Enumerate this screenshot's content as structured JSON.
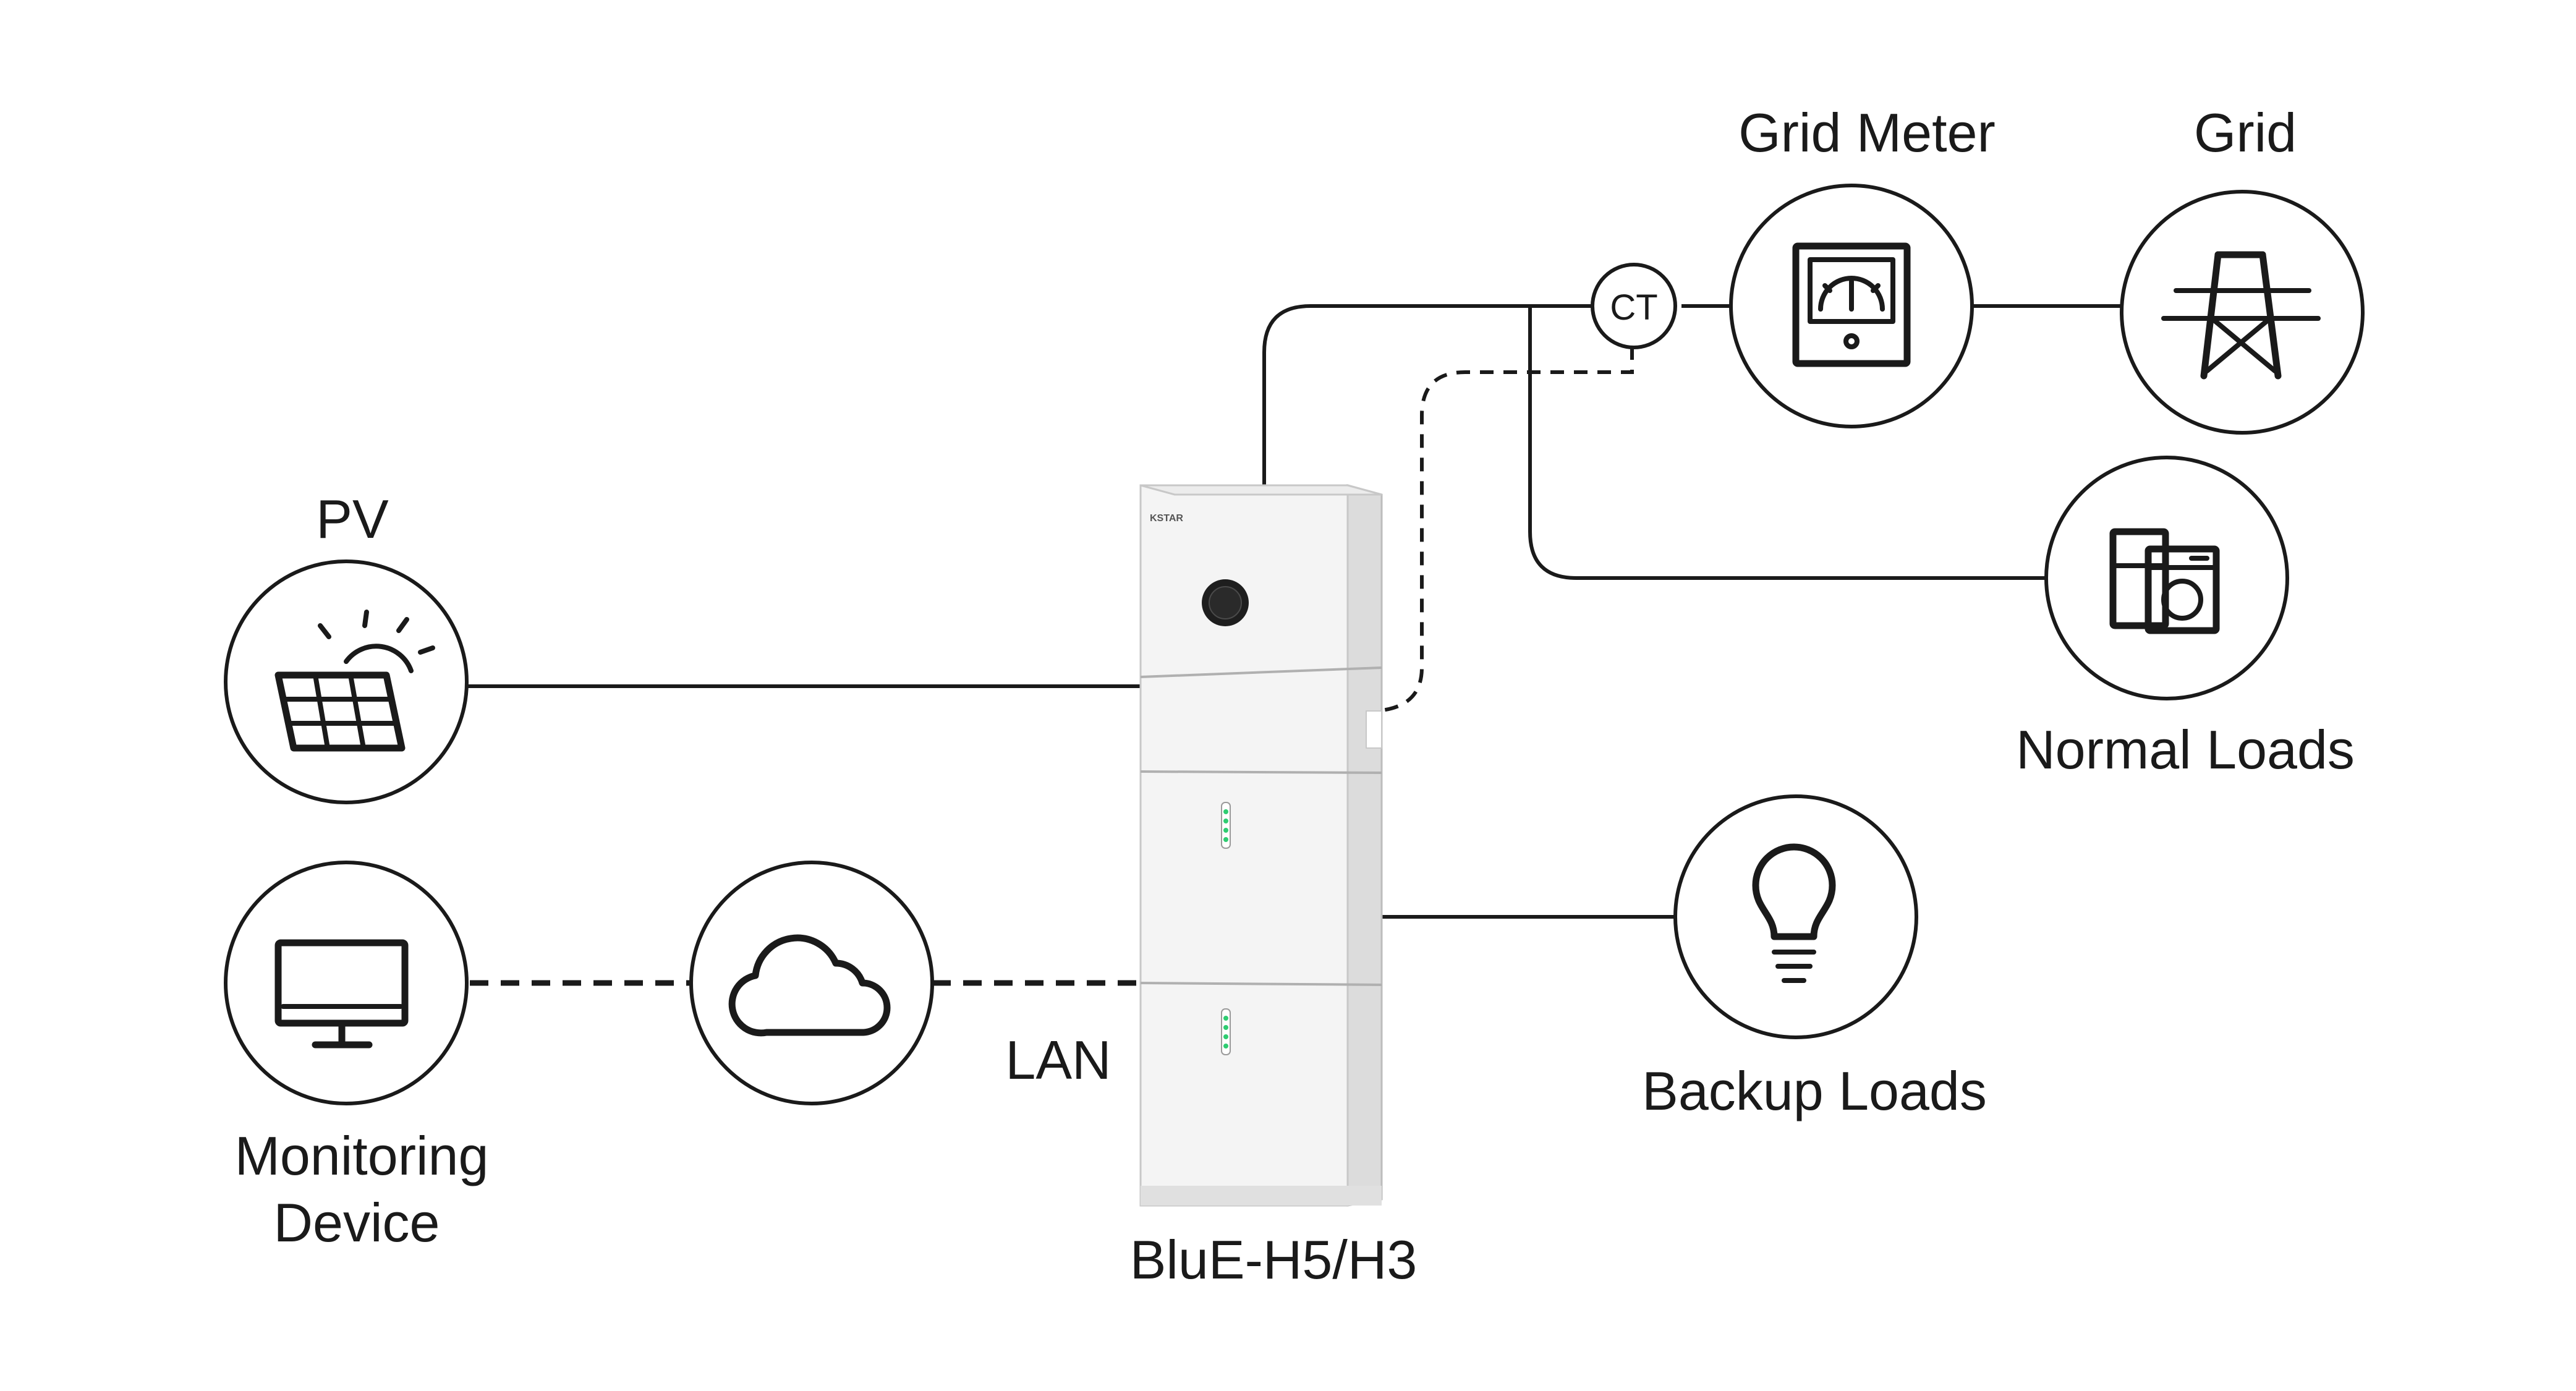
{
  "labels": {
    "pv": "PV",
    "monitoring_line1": "Monitoring",
    "monitoring_line2": "Device",
    "lan": "LAN",
    "device": "BluE-H5/H3",
    "grid_meter": "Grid Meter",
    "grid": "Grid",
    "ct": "CT",
    "normal_loads": "Normal Loads",
    "backup_loads": "Backup Loads",
    "brand": "KSTAR"
  },
  "icons": {
    "pv": "solar-panel-sun-icon",
    "monitoring": "monitor-icon",
    "cloud": "cloud-icon",
    "grid_meter": "meter-gauge-icon",
    "grid": "transmission-tower-icon",
    "normal_loads": "fridge-washer-icon",
    "backup_loads": "light-bulb-icon"
  },
  "colors": {
    "line": "#1a1a1a",
    "device_body": "#f4f4f4",
    "led": "#2ecc71"
  }
}
